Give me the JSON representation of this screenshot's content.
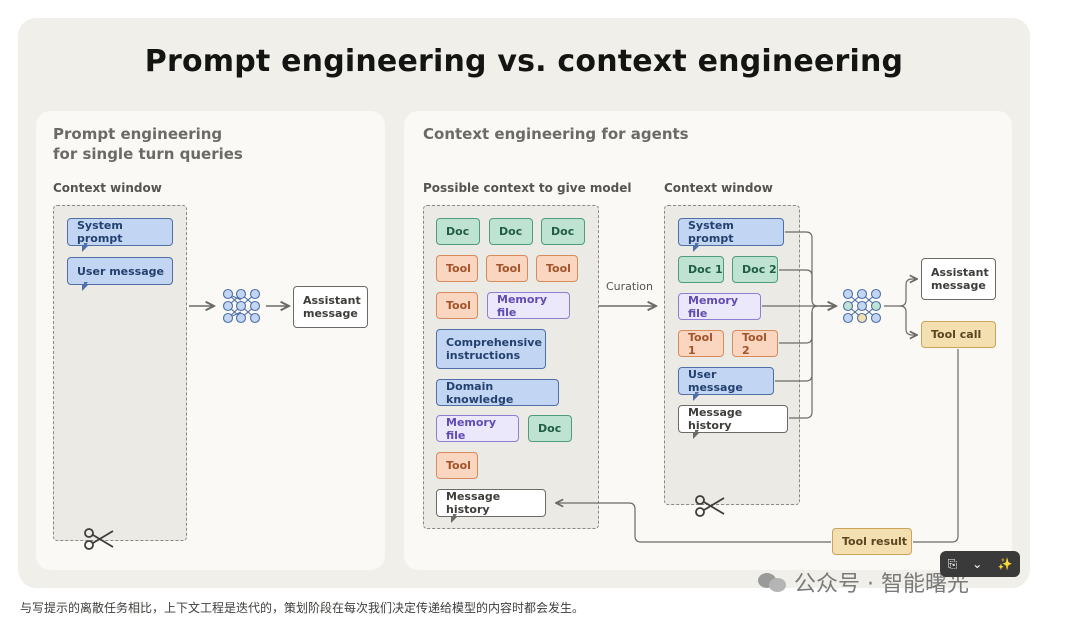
{
  "title": "Prompt engineering vs. context engineering",
  "left_panel": {
    "title_line1": "Prompt engineering",
    "title_line2": "for single turn queries",
    "window_label": "Context window",
    "system_prompt": "System prompt",
    "user_message": "User message",
    "assistant_line1": "Assistant",
    "assistant_line2": "message"
  },
  "right_panel": {
    "title": "Context engineering for agents",
    "possible_label": "Possible context to give model",
    "window_label": "Context window",
    "curation_label": "Curation",
    "possible_items": {
      "doc": "Doc",
      "tool": "Tool",
      "memory_file": "Memory file",
      "comprehensive_line1": "Comprehensive",
      "comprehensive_line2": "instructions",
      "domain_knowledge": "Domain knowledge",
      "message_history": "Message history"
    },
    "window_items": {
      "system_prompt": "System prompt",
      "doc1": "Doc 1",
      "doc2": "Doc 2",
      "memory_file": "Memory file",
      "tool1": "Tool 1",
      "tool2": "Tool 2",
      "user_message": "User message",
      "message_history": "Message history"
    },
    "assistant_line1": "Assistant",
    "assistant_line2": "message",
    "tool_call": "Tool call",
    "tool_result": "Tool result"
  },
  "caption": "与写提示的离散任务相比，上下文工程是迭代的，策划阶段在每次我们决定传递给模型的内容时都会发生。",
  "watermark": "公众号 · 智能曙光",
  "colors": {
    "blue": "#c2d6f3",
    "green": "#bfe3d2",
    "orange": "#fad6c0",
    "purple": "#ece8fb",
    "yellow": "#f3dfb0"
  }
}
